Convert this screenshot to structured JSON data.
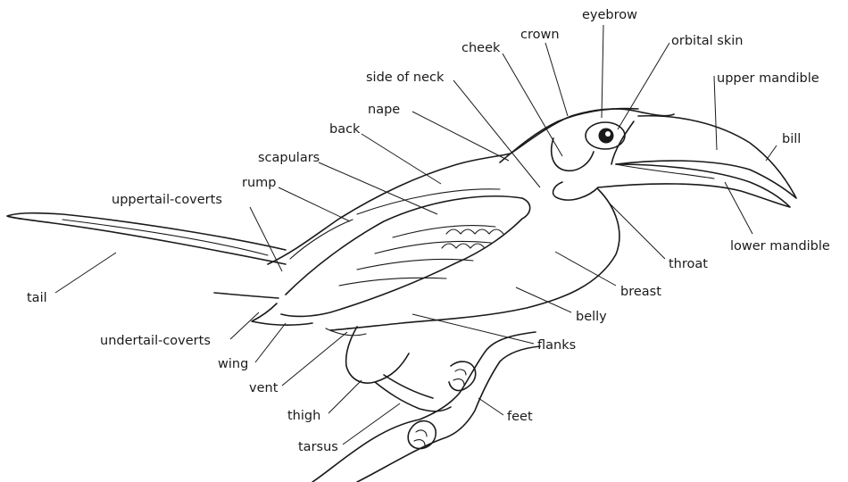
{
  "diagram": {
    "labels": {
      "eyebrow": "eyebrow",
      "crown": "crown",
      "cheek": "cheek",
      "orbital_skin": "orbital skin",
      "side_of_neck": "side of neck",
      "upper_mandible": "upper mandible",
      "nape": "nape",
      "bill": "bill",
      "back": "back",
      "scapulars": "scapulars",
      "rump": "rump",
      "uppertail_coverts": "uppertail-coverts",
      "lower_mandible": "lower mandible",
      "throat": "throat",
      "tail": "tail",
      "breast": "breast",
      "belly": "belly",
      "undertail_coverts": "undertail-coverts",
      "flanks": "flanks",
      "wing": "wing",
      "vent": "vent",
      "feet": "feet",
      "thigh": "thigh",
      "tarsus": "tarsus"
    },
    "colors": {
      "ink": "#1a1a1a",
      "background": "#ffffff"
    }
  }
}
